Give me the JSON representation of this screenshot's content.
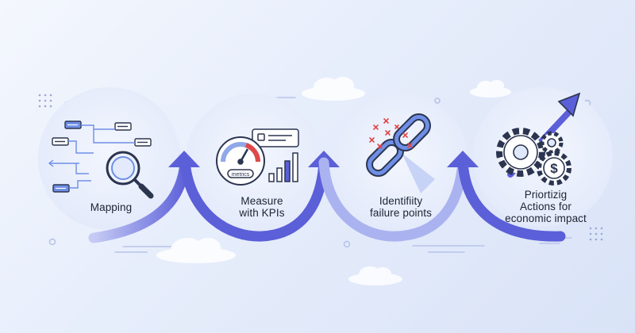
{
  "steps": [
    {
      "label": "Mapping",
      "icon": "magnifier-flowchart-icon"
    },
    {
      "label": "Measure\nwith KPIs",
      "icon": "gauge-bar-chart-icon"
    },
    {
      "label": "Identifiity\nfailure points",
      "icon": "broken-chain-icon"
    },
    {
      "label": "Priortizig\nActions for\neconomic impact",
      "icon": "gears-dollar-arrow-icon"
    }
  ],
  "gauge_caption": "metrics",
  "colors": {
    "arrow_light": "#aab3f0",
    "arrow_dark": "#5b5fd8",
    "icon_stroke": "#2b3550",
    "accent_blue": "#6f8fe6",
    "alert_red": "#e04848"
  }
}
